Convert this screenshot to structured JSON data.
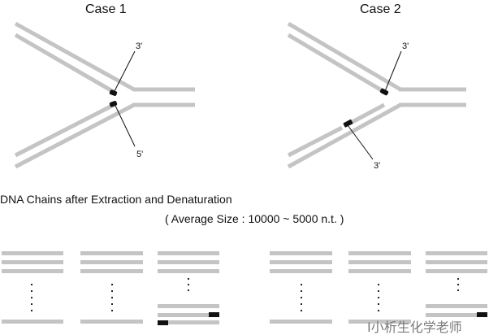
{
  "cases": [
    {
      "title": "Case 1",
      "label_top": "3'",
      "label_bottom": "5'"
    },
    {
      "title": "Case 2",
      "label_top": "3'",
      "label_bottom": "3'"
    }
  ],
  "section": {
    "heading": "DNA Chains after Extraction and Denaturation",
    "subheading": "( Average Size :  10000 ~  5000 n.t. )"
  },
  "watermark": "Ⅰ小析生化学老师",
  "colors": {
    "strand": "#c4c4c4",
    "end_mark": "#111111",
    "text": "#111111"
  }
}
